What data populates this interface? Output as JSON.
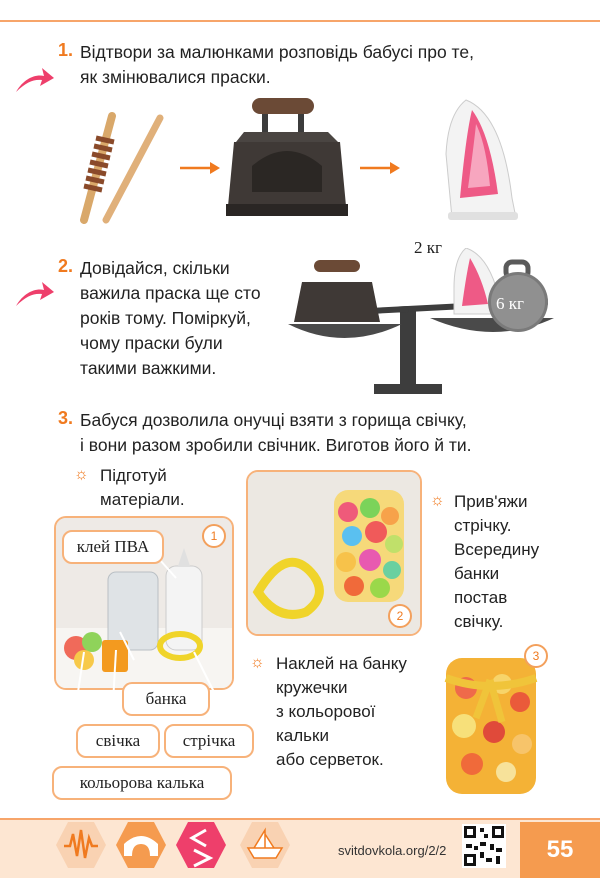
{
  "task1": {
    "number": "1.",
    "text_line1": "Відтвори за малюнками розповідь бабусі про те,",
    "text_line2": "як змінювалися праски."
  },
  "task2": {
    "number": "2.",
    "lines": [
      "Довідайся, скільки",
      "важила праска ще сто",
      "років тому. Поміркуй,",
      "чому праски були",
      "такими важкими."
    ],
    "weight_small": "2 кг",
    "weight_big": "6 кг"
  },
  "task3": {
    "number": "3.",
    "text_line1": "Бабуся дозволила онучці взяти з горища свічку,",
    "text_line2": "і вони разом зробили свічник. Виготов його й ти.",
    "step1": {
      "line1": "Підготуй",
      "line2": "матеріали."
    },
    "step2": {
      "lines": [
        "Прив'яжи",
        "стрічку.",
        "Всередину",
        "банки",
        "постав",
        "свічку."
      ]
    },
    "step3": {
      "lines": [
        "Наклей на банку",
        "кружечки",
        "з кольорової",
        "кальки",
        "або серветок."
      ]
    },
    "labels": {
      "glue": "клей ПВА",
      "jar": "банка",
      "candle": "свічка",
      "ribbon": "стрічка",
      "paper": "кольорова калька"
    },
    "photo_numbers": [
      "1",
      "2",
      "3"
    ],
    "sun_symbol": "☼"
  },
  "footer": {
    "site": "svitdovkola.org/2/2",
    "page": "55"
  },
  "colors": {
    "accent": "#f07a1f",
    "pink": "#ee3f6b",
    "border": "#f7b27a"
  }
}
